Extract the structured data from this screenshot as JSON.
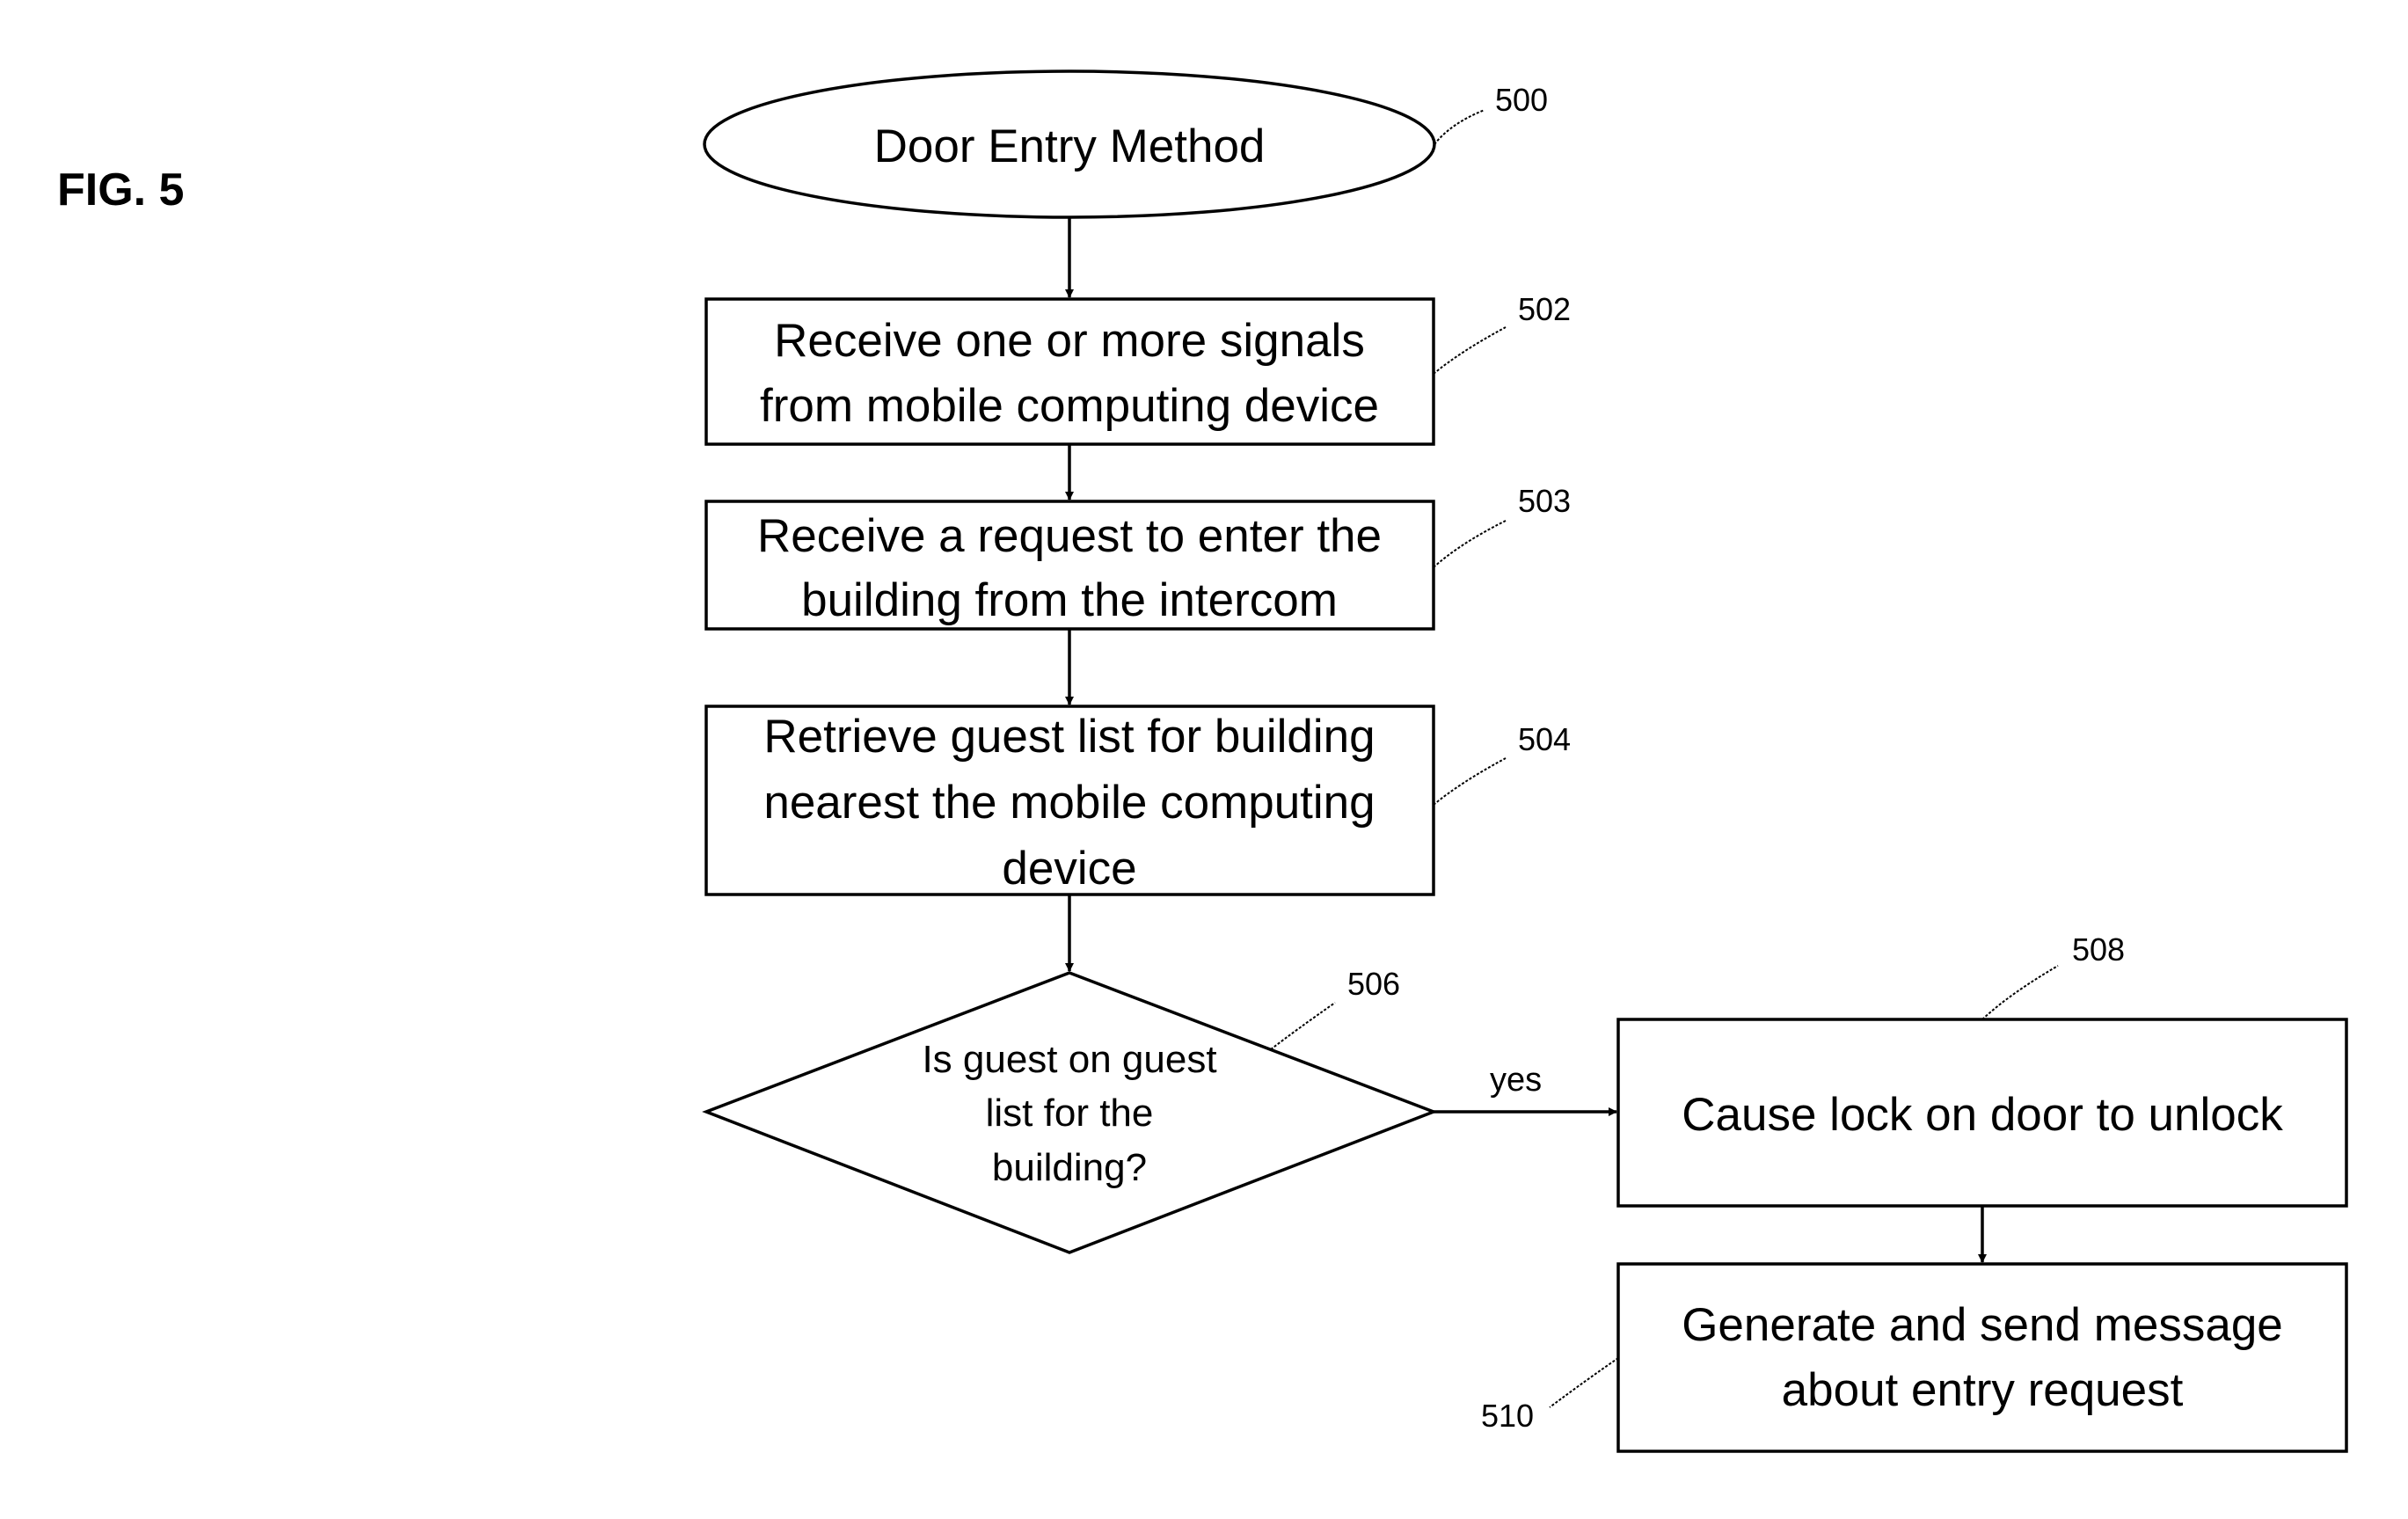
{
  "figure_label": "FIG. 5",
  "nodes": {
    "start": {
      "ref": "500",
      "lines": [
        "Door Entry Method"
      ]
    },
    "receive_signals": {
      "ref": "502",
      "lines": [
        "Receive one or more signals",
        "from mobile computing device"
      ]
    },
    "receive_request": {
      "ref": "503",
      "lines": [
        "Receive a request to enter the",
        "building from the intercom"
      ]
    },
    "retrieve_guest_list": {
      "ref": "504",
      "lines": [
        "Retrieve guest list for building",
        "nearest the mobile computing",
        "device"
      ]
    },
    "decision": {
      "ref": "506",
      "lines": [
        "Is guest on guest",
        "list for the",
        "building?"
      ]
    },
    "unlock": {
      "ref": "508",
      "lines": [
        "Cause lock on door to unlock"
      ]
    },
    "send_message": {
      "ref": "510",
      "lines": [
        "Generate and send message",
        "about entry request"
      ]
    }
  },
  "edges": [
    {
      "from": "start",
      "to": "receive_signals",
      "label": ""
    },
    {
      "from": "receive_signals",
      "to": "receive_request",
      "label": ""
    },
    {
      "from": "receive_request",
      "to": "retrieve_guest_list",
      "label": ""
    },
    {
      "from": "retrieve_guest_list",
      "to": "decision",
      "label": ""
    },
    {
      "from": "decision",
      "to": "unlock",
      "label": "yes"
    },
    {
      "from": "unlock",
      "to": "send_message",
      "label": ""
    }
  ]
}
